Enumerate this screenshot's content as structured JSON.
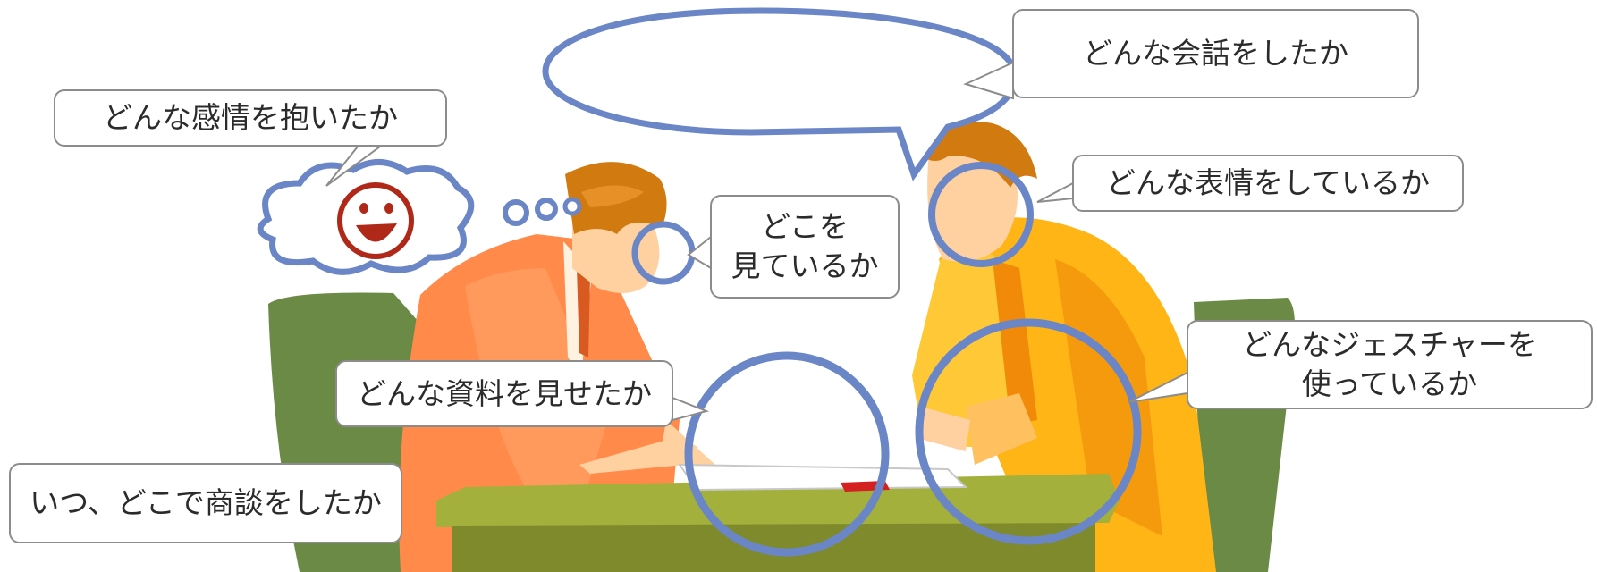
{
  "callouts": {
    "emotion": "どんな感情を抱いたか",
    "conversation": "どんな会話をしたか",
    "gaze": "どこを\n見ているか",
    "expression": "どんな表情をしているか",
    "gesture": "どんなジェスチャーを\n使っているか",
    "materials": "どんな資料を見せたか",
    "when_where": "いつ、どこで商談をしたか"
  },
  "colors": {
    "highlight_circle": "#6a86c6",
    "callout_border": "#8c8c8c",
    "chair": "#6b8a45",
    "table_top": "#a4b03c",
    "table_front": "#7f8a2c",
    "left_suit": "#ff8a4a",
    "right_suit": "#ffb516",
    "hair": "#d07a10",
    "skin": "#ffd0a0",
    "smiley": "#b02818"
  }
}
